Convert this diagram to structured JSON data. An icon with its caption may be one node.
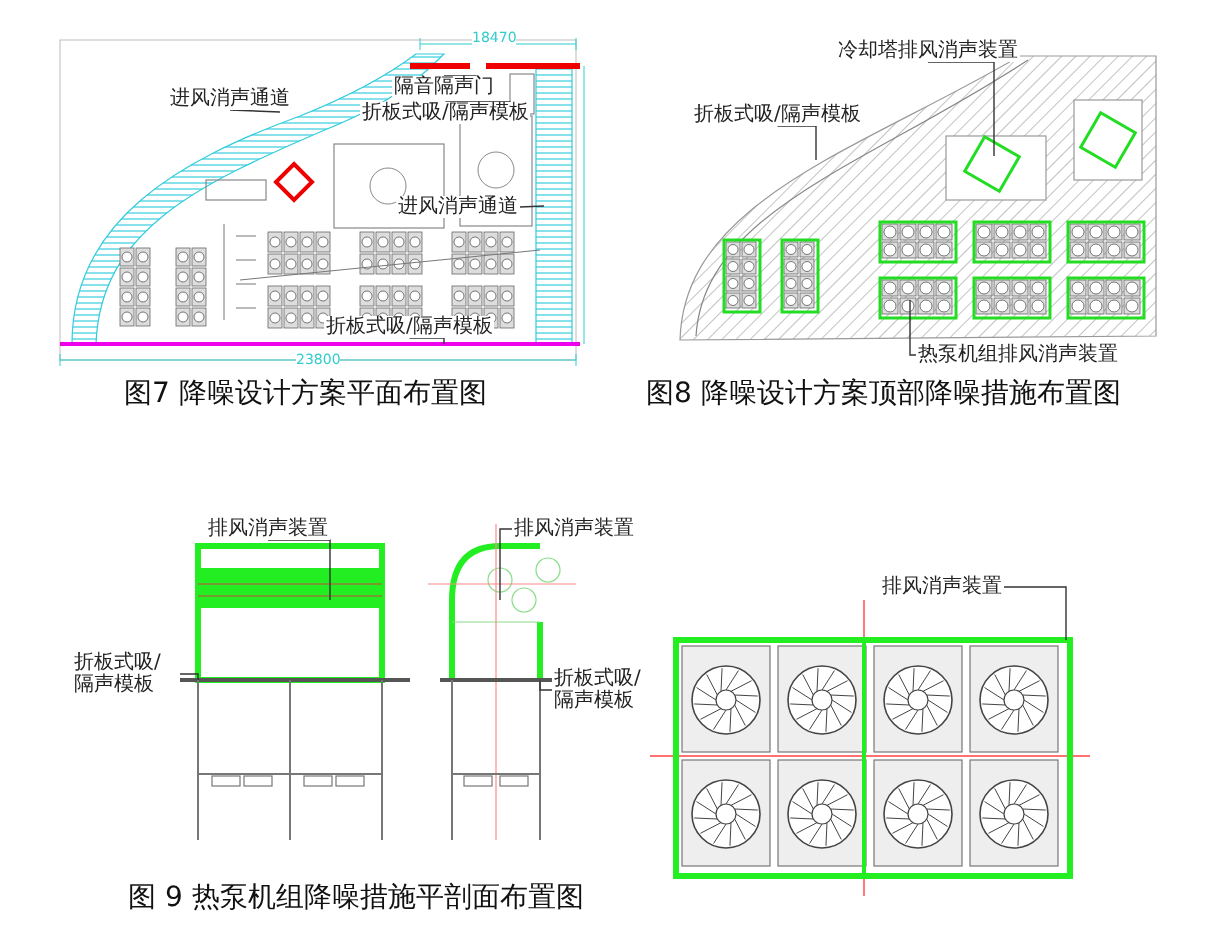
{
  "diagram": {
    "nodes": [
      {
        "text": [
          "进风消声通道"
        ]
      },
      {
        "text": [
          "隔音隔声门"
        ]
      },
      {
        "text": [
          "折板式吸/隔声模板"
        ]
      },
      {
        "text": [
          "进风消声通道"
        ]
      },
      {
        "text": [
          "折板式吸/隔声模板"
        ]
      },
      {
        "text": [
          "冷却塔排风消声装置"
        ]
      },
      {
        "text": [
          "折板式吸/隔声模板"
        ]
      },
      {
        "text": [
          "热泵机组排风消声装置"
        ]
      },
      {
        "text": [
          "排风消声装置"
        ]
      },
      {
        "text": [
          "排风消声装置"
        ]
      },
      {
        "text": [
          "折板式吸/隔声模板"
        ]
      },
      {
        "text": [
          "折板式吸/隔声模板"
        ]
      },
      {
        "text": [
          "排风消声装置"
        ]
      }
    ],
    "edges": [
      {
        "from": 0,
        "to": null,
        "arrow": "none"
      },
      {
        "from": 1,
        "to": null,
        "arrow": "none"
      },
      {
        "from": 2,
        "to": null,
        "arrow": "none"
      },
      {
        "from": 3,
        "to": null,
        "arrow": "none"
      },
      {
        "from": 4,
        "to": null,
        "arrow": "none"
      },
      {
        "from": 5,
        "to": null,
        "arrow": "none"
      },
      {
        "from": 6,
        "to": null,
        "arrow": "none"
      },
      {
        "from": 7,
        "to": null,
        "arrow": "none"
      },
      {
        "from": 8,
        "to": null,
        "arrow": "none"
      },
      {
        "from": 9,
        "to": null,
        "arrow": "none"
      },
      {
        "from": 10,
        "to": null,
        "arrow": "none"
      },
      {
        "from": 11,
        "to": null,
        "arrow": "none"
      },
      {
        "from": 12,
        "to": null,
        "arrow": "none"
      }
    ],
    "labels": [
      "18470",
      "23800",
      "图7 降噪设计方案平面布置图",
      "图8 降噪设计方案顶部降噪措施布置图",
      "图 9 热泵机组降噪措施平剖面布置图"
    ]
  }
}
